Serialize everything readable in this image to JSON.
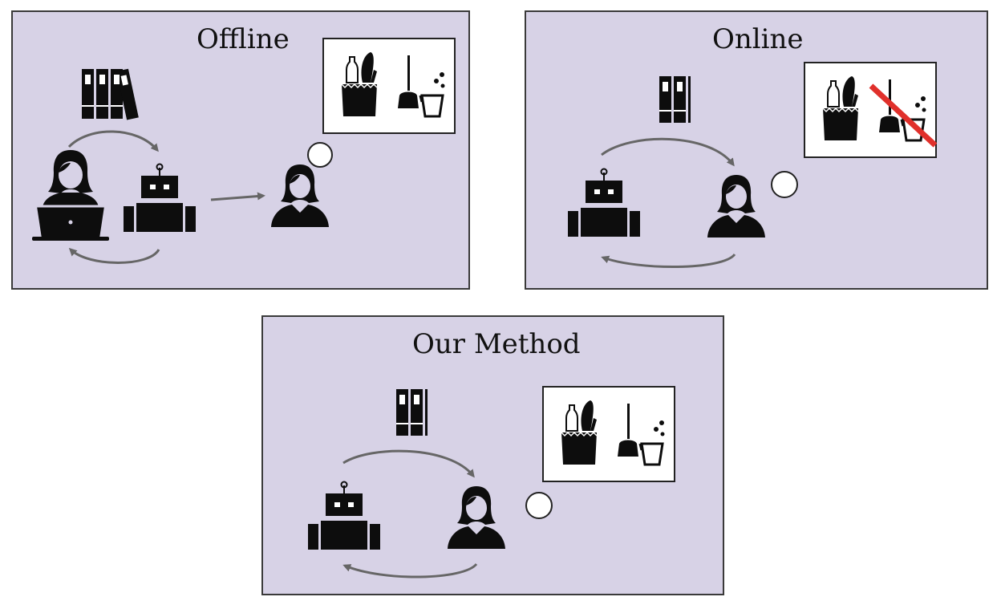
{
  "colors": {
    "panel_bg": "#d7d2e6",
    "panel_border": "#3a3a3a",
    "icon": "#0d0d0d",
    "arrow": "#666666",
    "cross": "#e0302b"
  },
  "panels": {
    "offline": {
      "title": "Offline"
    },
    "online": {
      "title": "Online"
    },
    "method": {
      "title": "Our Method"
    }
  },
  "icons": [
    "books-icon",
    "person-icon",
    "laptop-icon",
    "robot-icon",
    "grocery-bag-icon",
    "cleaning-icon",
    "cross-out-icon"
  ]
}
